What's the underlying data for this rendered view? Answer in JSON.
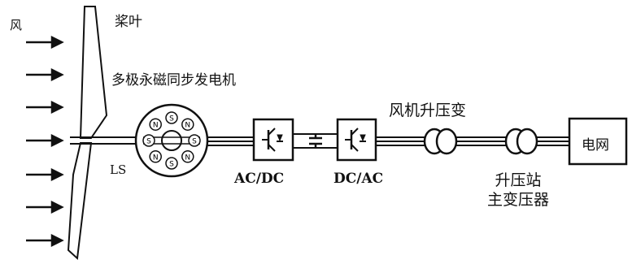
{
  "labels": {
    "wind": "风",
    "blade": "桨叶",
    "generator": "多极永磁同步发电机",
    "ls": "LS",
    "acdc": "AC/DC",
    "dcac": "DC/AC",
    "turbine_transformer": "风机升压变",
    "booster_station_line1": "升压站",
    "booster_station_line2": "主变压器",
    "grid": "电网"
  },
  "generator_poles": [
    "S",
    "N",
    "S",
    "N",
    "S",
    "N",
    "S",
    "N"
  ],
  "colors": {
    "stroke": "#111111",
    "background": "#ffffff"
  }
}
